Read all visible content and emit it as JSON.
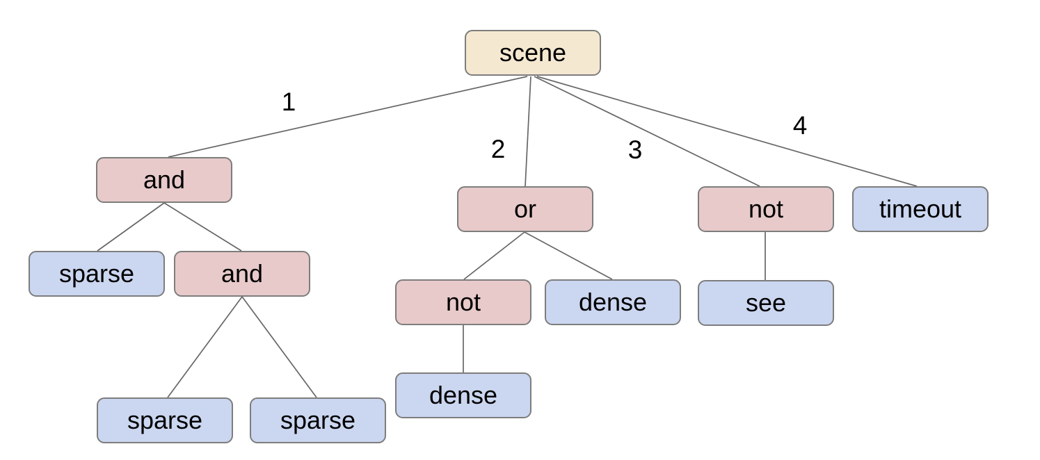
{
  "colors": {
    "canvas_bg": "#ffffff",
    "root_fill": "#f5e8d0",
    "operator_fill": "#e8caca",
    "leaf_fill": "#cbd6f0",
    "node_border": "#7d7d7d",
    "edge_line": "#666666",
    "label_text": "#000000"
  },
  "diagram_type": "tree",
  "nodes": [
    {
      "id": "scene",
      "label": "scene",
      "role": "root"
    },
    {
      "id": "and-1",
      "label": "and",
      "role": "operator"
    },
    {
      "id": "sparse-1",
      "label": "sparse",
      "role": "leaf"
    },
    {
      "id": "and-2",
      "label": "and",
      "role": "operator"
    },
    {
      "id": "sparse-2",
      "label": "sparse",
      "role": "leaf"
    },
    {
      "id": "sparse-3",
      "label": "sparse",
      "role": "leaf"
    },
    {
      "id": "or-1",
      "label": "or",
      "role": "operator"
    },
    {
      "id": "not-1",
      "label": "not",
      "role": "operator"
    },
    {
      "id": "dense-1",
      "label": "dense",
      "role": "leaf"
    },
    {
      "id": "dense-2",
      "label": "dense",
      "role": "leaf"
    },
    {
      "id": "not-2",
      "label": "not",
      "role": "operator"
    },
    {
      "id": "see-1",
      "label": "see",
      "role": "leaf"
    },
    {
      "id": "timeout-1",
      "label": "timeout",
      "role": "leaf"
    }
  ],
  "edges": [
    {
      "from": "scene",
      "to": "and-1",
      "label": "1"
    },
    {
      "from": "scene",
      "to": "or-1",
      "label": "2"
    },
    {
      "from": "scene",
      "to": "not-2",
      "label": "3"
    },
    {
      "from": "scene",
      "to": "timeout-1",
      "label": "4"
    },
    {
      "from": "and-1",
      "to": "sparse-1",
      "label": ""
    },
    {
      "from": "and-1",
      "to": "and-2",
      "label": ""
    },
    {
      "from": "and-2",
      "to": "sparse-2",
      "label": ""
    },
    {
      "from": "and-2",
      "to": "sparse-3",
      "label": ""
    },
    {
      "from": "or-1",
      "to": "not-1",
      "label": ""
    },
    {
      "from": "or-1",
      "to": "dense-1",
      "label": ""
    },
    {
      "from": "not-1",
      "to": "dense-2",
      "label": ""
    },
    {
      "from": "not-2",
      "to": "see-1",
      "label": ""
    }
  ]
}
